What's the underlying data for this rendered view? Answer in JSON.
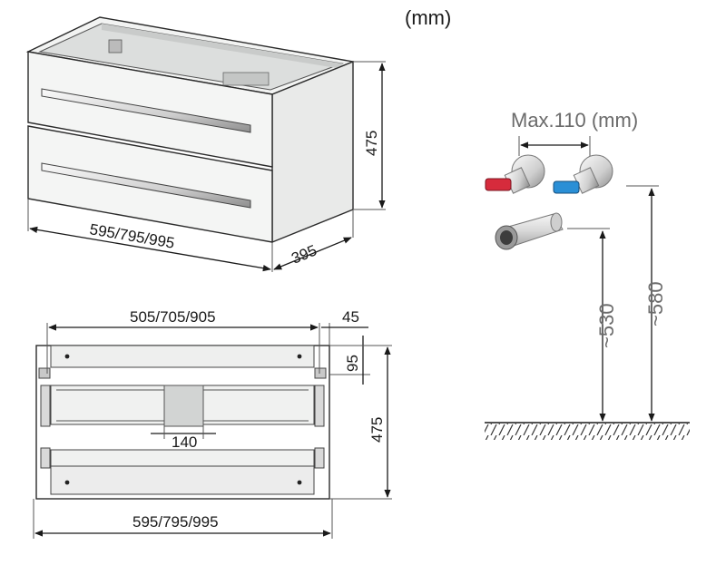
{
  "unit_label": "(mm)",
  "cabinet_3d": {
    "width_label": "595/795/995",
    "depth_label": "395",
    "height_label": "475"
  },
  "cabinet_top": {
    "inner_width_label": "505/705/905",
    "side_offset_label": "45",
    "depth_offset_label": "95",
    "cutout_width_label": "140",
    "height_label": "475",
    "width_label": "595/795/995"
  },
  "plumbing": {
    "spacing_label": "Max.110 (mm)",
    "drain_height_label": "~530",
    "supply_height_label": "~580"
  },
  "colors": {
    "hot_valve": "#d62b3c",
    "cold_valve": "#2a8fd6",
    "line": "#1a1a1a"
  }
}
